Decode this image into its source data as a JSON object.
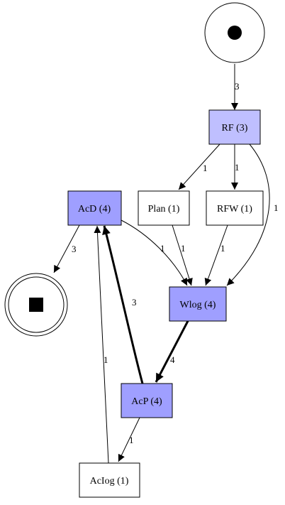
{
  "colors": {
    "light_blue": "#bfbfff",
    "medium_blue": "#9f9fff",
    "white": "#ffffff",
    "black": "#000000"
  },
  "nodes": {
    "start": {
      "shape": "start-circle"
    },
    "end": {
      "shape": "end-circle"
    },
    "rf": {
      "label": "RF (3)",
      "fill": "light_blue"
    },
    "acd": {
      "label": "AcD (4)",
      "fill": "medium_blue"
    },
    "plan": {
      "label": "Plan (1)",
      "fill": "white"
    },
    "rfw": {
      "label": "RFW (1)",
      "fill": "white"
    },
    "wlog": {
      "label": "Wlog (4)",
      "fill": "medium_blue"
    },
    "acp": {
      "label": "AcP (4)",
      "fill": "medium_blue"
    },
    "aclog": {
      "label": "AcIog (1)",
      "fill": "white"
    }
  },
  "edges": [
    {
      "id": "start-rf",
      "from": "start",
      "to": "rf",
      "label": "3",
      "weight": "normal"
    },
    {
      "id": "rf-plan",
      "from": "rf",
      "to": "plan",
      "label": "1",
      "weight": "normal"
    },
    {
      "id": "rf-rfw",
      "from": "rf",
      "to": "rfw",
      "label": "1",
      "weight": "normal"
    },
    {
      "id": "rf-wlog",
      "from": "rf",
      "to": "wlog",
      "label": "1",
      "weight": "normal"
    },
    {
      "id": "acd-end",
      "from": "acd",
      "to": "end",
      "label": "3",
      "weight": "normal"
    },
    {
      "id": "acd-wlog",
      "from": "acd",
      "to": "wlog",
      "label": "1",
      "weight": "normal"
    },
    {
      "id": "plan-wlog",
      "from": "plan",
      "to": "wlog",
      "label": "1",
      "weight": "normal"
    },
    {
      "id": "rfw-wlog",
      "from": "rfw",
      "to": "wlog",
      "label": "1",
      "weight": "normal"
    },
    {
      "id": "wlog-acp",
      "from": "wlog",
      "to": "acp",
      "label": "4",
      "weight": "bold"
    },
    {
      "id": "acp-acd",
      "from": "acp",
      "to": "acd",
      "label": "3",
      "weight": "bold"
    },
    {
      "id": "acp-aclog",
      "from": "acp",
      "to": "aclog",
      "label": "1",
      "weight": "normal"
    },
    {
      "id": "aclog-acd",
      "from": "aclog",
      "to": "acd",
      "label": "1",
      "weight": "normal"
    }
  ]
}
